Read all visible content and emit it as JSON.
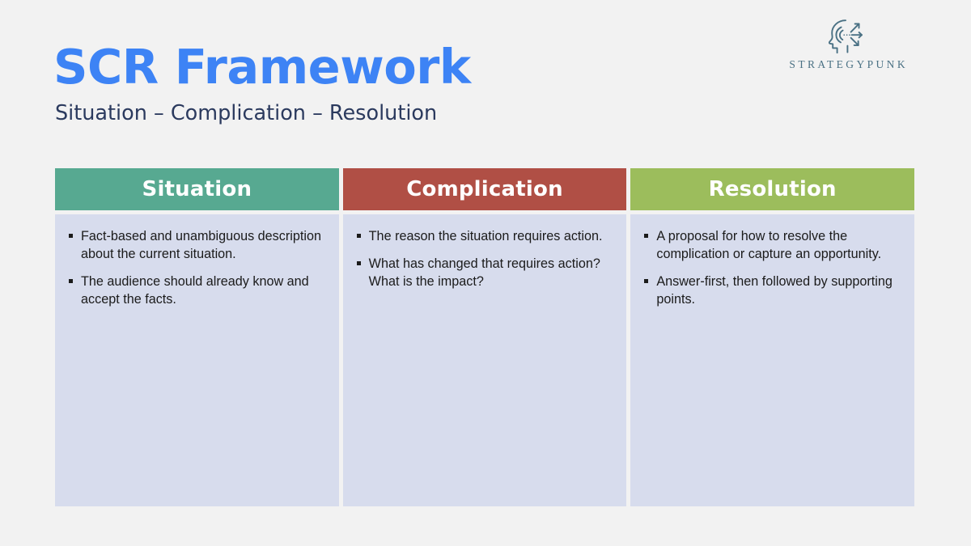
{
  "brand": {
    "name": "STRATEGYPUNK",
    "icon": "head-strategy-icon",
    "color": "#4a7184"
  },
  "header": {
    "title": "SCR Framework",
    "title_color": "#3d83f5",
    "subtitle": "Situation – Complication – Resolution",
    "subtitle_color": "#2b3a5e"
  },
  "page": {
    "background": "#f2f2f2"
  },
  "matrix": {
    "body_background": "#d7dced",
    "columns": [
      {
        "header": "Situation",
        "header_color": "#57a991",
        "bullets": [
          "Fact-based and unambiguous description about the current situation.",
          "The audience should already know and accept the facts."
        ]
      },
      {
        "header": "Complication",
        "header_color": "#b04f45",
        "bullets": [
          "The reason the situation requires action.",
          "What has changed that requires action? What is the impact?"
        ]
      },
      {
        "header": "Resolution",
        "header_color": "#9cbd5c",
        "bullets": [
          "A proposal for how to resolve the complication or capture an opportunity.",
          "Answer-first, then followed by supporting points."
        ]
      }
    ]
  }
}
